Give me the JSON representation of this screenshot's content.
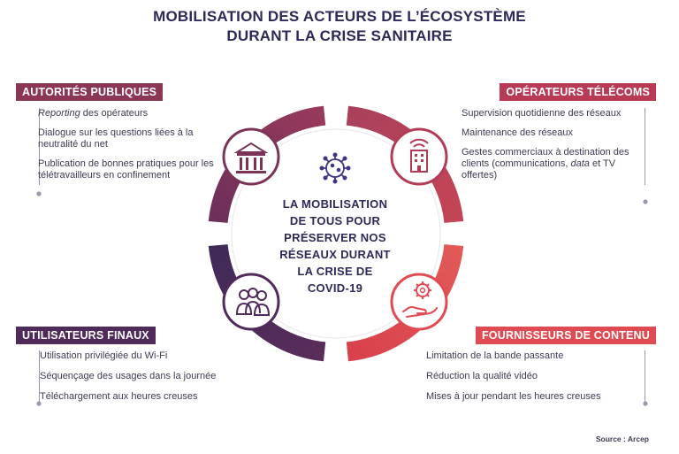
{
  "title": {
    "line1": "MOBILISATION DES ACTEURS DE L’ÉCOSYSTÈME",
    "line2": "DURANT LA CRISE SANITAIRE"
  },
  "center": {
    "lines": [
      "LA MOBILISATION",
      "DE TOUS POUR",
      "PRÉSERVER NOS",
      "RÉSEAUX DURANT",
      "LA CRISE DE",
      "COVID-19"
    ],
    "icon": "virus-icon"
  },
  "segments": {
    "authorities": {
      "label": "AUTORITÉS PUBLIQUES",
      "color": "#8c3656",
      "icon": "government-building-icon",
      "items": [
        {
          "em": "Reporting",
          "text": " des opérateurs"
        },
        {
          "em": "",
          "text": "Dialogue sur les questions liées à la neutralité du net"
        },
        {
          "em": "",
          "text": "Publication de bonnes pratiques pour les télétravailleurs en confinement"
        }
      ]
    },
    "operators": {
      "label": "OPÉRATEURS TÉLÉCOMS",
      "color": "#b83a55",
      "icon": "antenna-building-icon",
      "items": [
        {
          "text": "Supervision quotidienne des réseaux"
        },
        {
          "text": "Maintenance des réseaux"
        },
        {
          "text": "Gestes commerciaux à destination des clients (communications, ",
          "em": "data",
          "tail": " et TV offertes)"
        }
      ]
    },
    "users": {
      "label": "UTILISATEURS FINAUX",
      "color": "#4f2a5a",
      "icon": "users-group-icon",
      "items": [
        {
          "text": "Utilisation privilégiée du Wi-Fi"
        },
        {
          "text": "Séquençage des usages dans la journée"
        },
        {
          "text": "Téléchargement aux heures creuses"
        }
      ]
    },
    "providers": {
      "label": "FOURNISSEURS DE CONTENU",
      "color": "#e04b52",
      "icon": "hand-gear-icon",
      "items": [
        {
          "text": "Limitation de la bande passante"
        },
        {
          "text": "Réduction la qualité vidéo"
        },
        {
          "text": "Mises à jour pendant les heures creuses"
        }
      ]
    }
  },
  "source": "Source : Arcep"
}
